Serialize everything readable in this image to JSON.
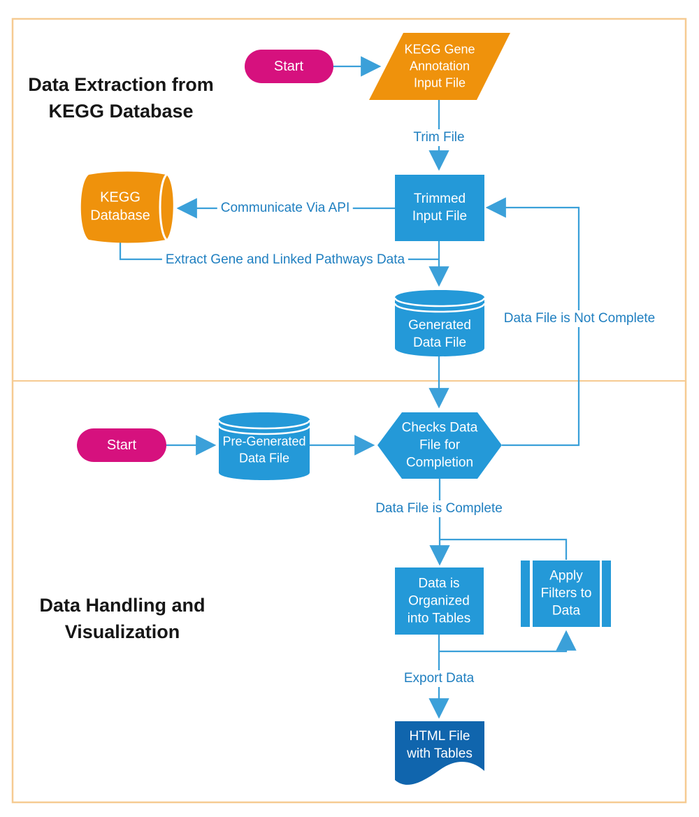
{
  "titles": {
    "section1": "Data Extraction from\nKEGG Database",
    "section2": "Data Handling and\nVisualization"
  },
  "nodes": {
    "start_top": "Start",
    "kegg_input_file": "KEGG Gene\nAnnotation\nInput File",
    "trimmed_input_file": "Trimmed\nInput File",
    "kegg_database": "KEGG\nDatabase",
    "generated_data_file": "Generated\nData File",
    "checks_data_file": "Checks Data\nFile for\nCompletion",
    "start_bottom": "Start",
    "pre_generated_data_file": "Pre-Generated\nData File",
    "data_organized": "Data is\nOrganized\ninto Tables",
    "apply_filters": "Apply\nFilters to\nData",
    "html_file": "HTML File\nwith Tables"
  },
  "edge_labels": {
    "trim_file": "Trim File",
    "communicate_api": "Communicate Via API",
    "extract_gene": "Extract Gene and Linked Pathways Data",
    "not_complete": "Data File is Not Complete",
    "complete": "Data File is Complete",
    "export_data": "Export Data"
  },
  "colors": {
    "shape_blue": "#2499D8",
    "shape_dark_blue": "#1065AD",
    "shape_orange": "#EF920C",
    "shape_pink": "#D6117E",
    "line_blue": "#3BA0D9",
    "label_blue": "#1F7FC0",
    "border_orange": "#F6CB92",
    "shape_text": "#FFFFFF",
    "title_text": "#161616"
  }
}
